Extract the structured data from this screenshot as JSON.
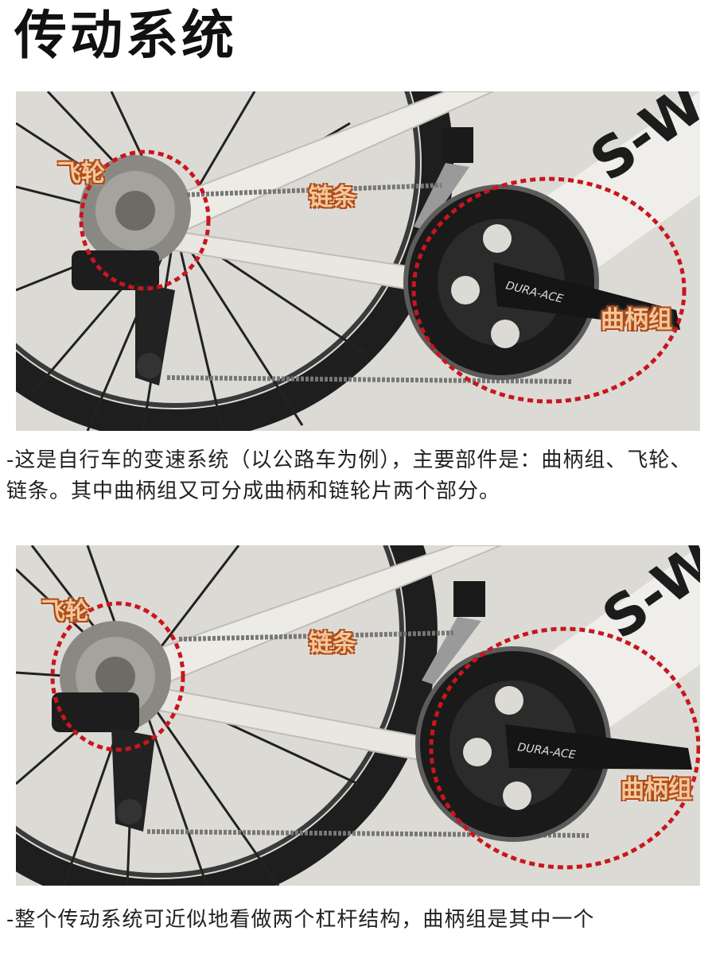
{
  "page": {
    "title": "传动系统",
    "photo1": {
      "labels": {
        "freewheel": "飞轮",
        "chain": "链条",
        "crankset": "曲柄组"
      },
      "frame_text": "S-W",
      "crank_brand": "DURA-ACE"
    },
    "caption1": "-这是自行车的变速系统（以公路车为例），主要部件是：曲柄组、飞轮、链条。其中曲柄组又可分成曲柄和链轮片两个部分。",
    "photo2": {
      "labels": {
        "freewheel": "飞轮",
        "chain": "链条",
        "crankset": "曲柄组"
      },
      "frame_text": "S-W",
      "crank_brand": "DURA-ACE"
    },
    "caption2": "-整个传动系统可近似地看做两个杠杆结构，曲柄组是其中一个"
  },
  "colors": {
    "highlight_dashes": "#c8161d",
    "label_fill": "#f2c89a",
    "label_outline": "#b04a1a"
  }
}
